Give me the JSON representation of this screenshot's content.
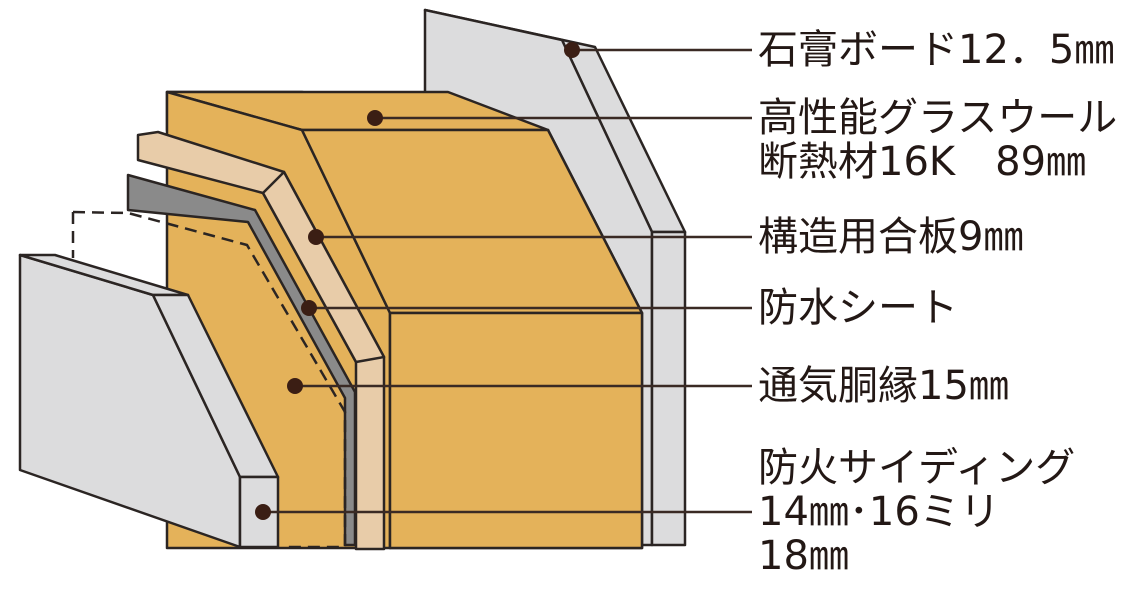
{
  "colors": {
    "outline": "#2b2523",
    "leader": "#3a2a24",
    "dot": "#3b1e14",
    "gypsum": "#dcdcdd",
    "insulation": "#e4b25a",
    "plywood": "#e8cca9",
    "sheet": "#8a8a8a",
    "siding": "#dcdcdd",
    "text": "#231815"
  },
  "layers": [
    {
      "id": "gypsum-board",
      "lines": [
        "石膏ボード12．5㎜"
      ]
    },
    {
      "id": "glass-wool",
      "lines": [
        "高性能グラスウール",
        "断熱材16K　89㎜"
      ]
    },
    {
      "id": "plywood",
      "lines": [
        "構造用合板9㎜"
      ]
    },
    {
      "id": "waterproof-sheet",
      "lines": [
        "防水シート"
      ]
    },
    {
      "id": "air-gap",
      "lines": [
        "通気胴縁15㎜"
      ]
    },
    {
      "id": "siding",
      "lines": [
        "防火サイディング",
        "14㎜･16ミリ",
        "18㎜"
      ]
    }
  ]
}
